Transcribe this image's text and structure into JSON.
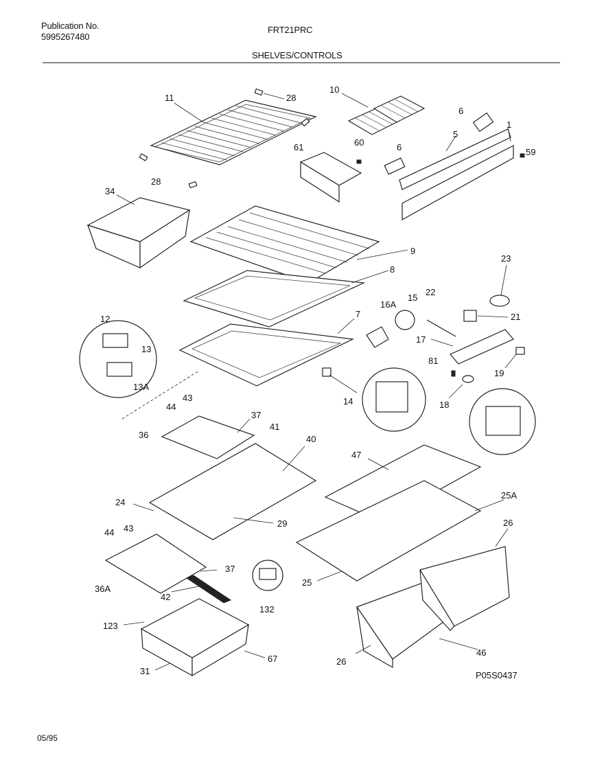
{
  "header": {
    "publication_label": "Publication No.",
    "publication_number": "5995267480",
    "model": "FRT21PRC",
    "section_title": "SHELVES/CONTROLS"
  },
  "footer": {
    "drawing_id": "P05S0437",
    "date_code": "05/95"
  },
  "callouts": [
    "11",
    "28",
    "10",
    "6",
    "60",
    "61",
    "6",
    "5",
    "1",
    "59",
    "28",
    "34",
    "9",
    "8",
    "23",
    "16A",
    "15",
    "22",
    "21",
    "7",
    "12",
    "13",
    "13A",
    "17",
    "81",
    "19",
    "14",
    "18",
    "43",
    "44",
    "37",
    "36",
    "41",
    "40",
    "47",
    "25A",
    "24",
    "29",
    "26",
    "44",
    "43",
    "37",
    "36A",
    "25",
    "42",
    "132",
    "123",
    "67",
    "31",
    "26",
    "46"
  ]
}
